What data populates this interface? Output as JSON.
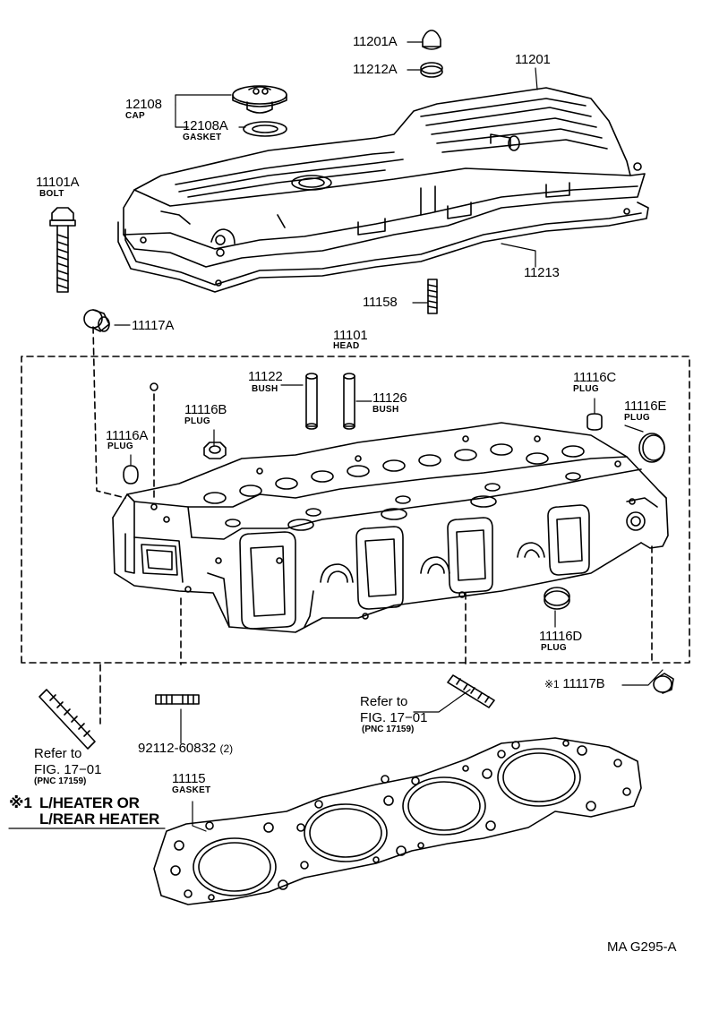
{
  "parts": {
    "p11201A": {
      "number": "11201A"
    },
    "p11212A": {
      "number": "11212A"
    },
    "p11201": {
      "number": "11201"
    },
    "p12108": {
      "number": "12108",
      "name": "CAP"
    },
    "p12108A": {
      "number": "12108A",
      "name": "GASKET"
    },
    "p11101A": {
      "number": "11101A",
      "name": "BOLT"
    },
    "p11213": {
      "number": "11213"
    },
    "p11158": {
      "number": "11158"
    },
    "p11117A": {
      "number": "11117A"
    },
    "p11101": {
      "number": "11101",
      "name": "HEAD"
    },
    "p11122": {
      "number": "11122",
      "name": "BUSH"
    },
    "p11126": {
      "number": "11126",
      "name": "BUSH"
    },
    "p11116C": {
      "number": "11116C",
      "name": "PLUG"
    },
    "p11116E": {
      "number": "11116E",
      "name": "PLUG"
    },
    "p11116B": {
      "number": "11116B",
      "name": "PLUG"
    },
    "p11116A": {
      "number": "11116A",
      "name": "PLUG"
    },
    "p11116D": {
      "number": "11116D",
      "name": "PLUG"
    },
    "p92112": {
      "number": "92112-60832",
      "qty": "(2)"
    },
    "p11117B": {
      "number": "11117B",
      "mark": "※1"
    },
    "p11115": {
      "number": "11115",
      "name": "GASKET"
    }
  },
  "refs": {
    "center": {
      "line1": "Refer to",
      "line2": "FIG. 17−01",
      "pnc": "(PNC 17159)"
    },
    "left": {
      "line1": "Refer to",
      "line2": "FIG. 17−01",
      "pnc": "(PNC 17159)"
    }
  },
  "note": {
    "mark": "※1",
    "line1": "L/HEATER OR",
    "line2": "L/REAR HEATER"
  },
  "figure_code": "MA G295-A"
}
